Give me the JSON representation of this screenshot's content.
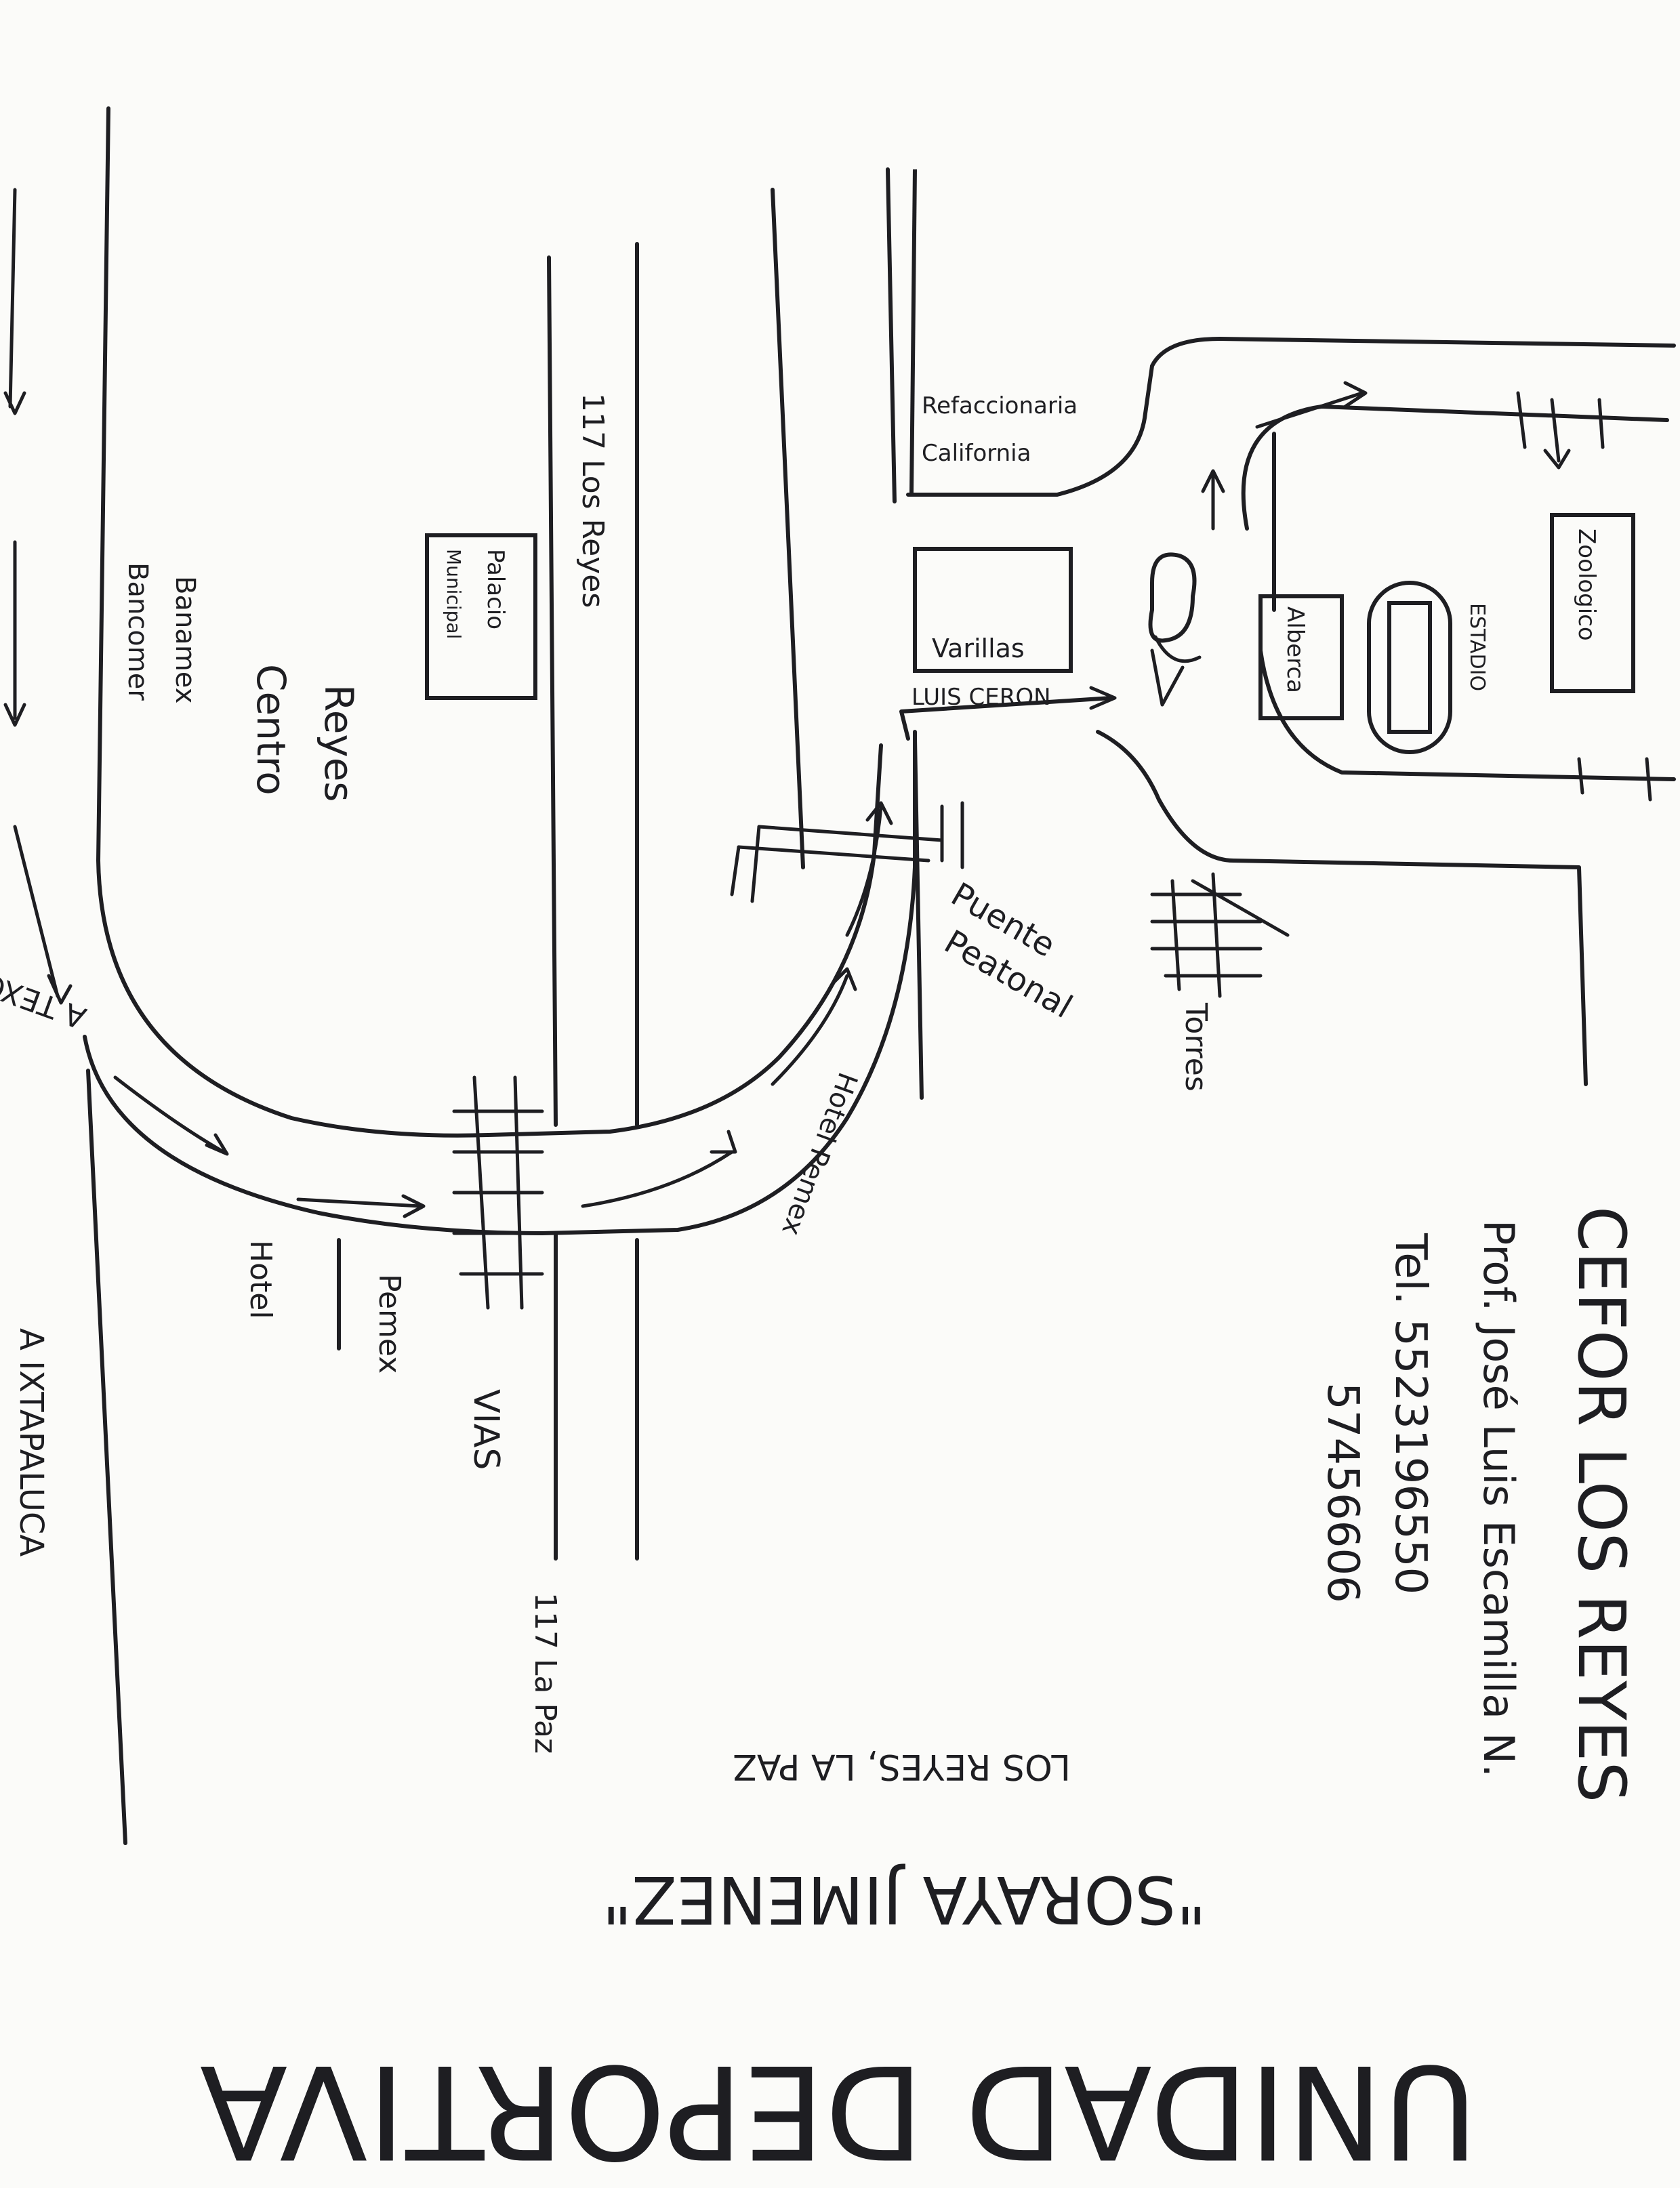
{
  "labels": {
    "a_ixtapaluca": "A IXTAPALUCA",
    "a_texcoco": "A TEXCOCO",
    "hotel_left": "Hotel",
    "pemex_left": "Pemex",
    "vias": "VIAS",
    "la_paz_117": "117 La Paz",
    "reyes_centro_1": "Reyes",
    "reyes_centro_2": "Centro",
    "banamex": "Banamex",
    "bancomer": "Bancomer",
    "palacio_1": "Palacio",
    "palacio_2": "Municipal",
    "los_reyes_117": "117 Los Reyes",
    "hotel_pemex": "Hotel Pemex",
    "puente_1": "Puente",
    "puente_2": "Peatonal",
    "torres": "Torres",
    "refaccionaria_1": "Refaccionaria",
    "refaccionaria_2": "California",
    "varillas": "Varillas",
    "luis_ceron": "LUIS CERON",
    "alberca": "Alberca",
    "estadio": "ESTADIO",
    "zoologico": "Zoologico"
  },
  "contact": {
    "org": "CEFOR LOS REYES",
    "prof": "Prof. José Luis Escamilla N.",
    "tel": "Tel. 5523196550",
    "tel2": "57456606",
    "location": "LOS REYES, LA PAZ",
    "name": "\"SORAYA JIMENEZ\"",
    "title": "UNIDAD DEPORTIVA"
  },
  "colors": {
    "ink": "#1e1e22",
    "paper": "#fbfbf9"
  }
}
